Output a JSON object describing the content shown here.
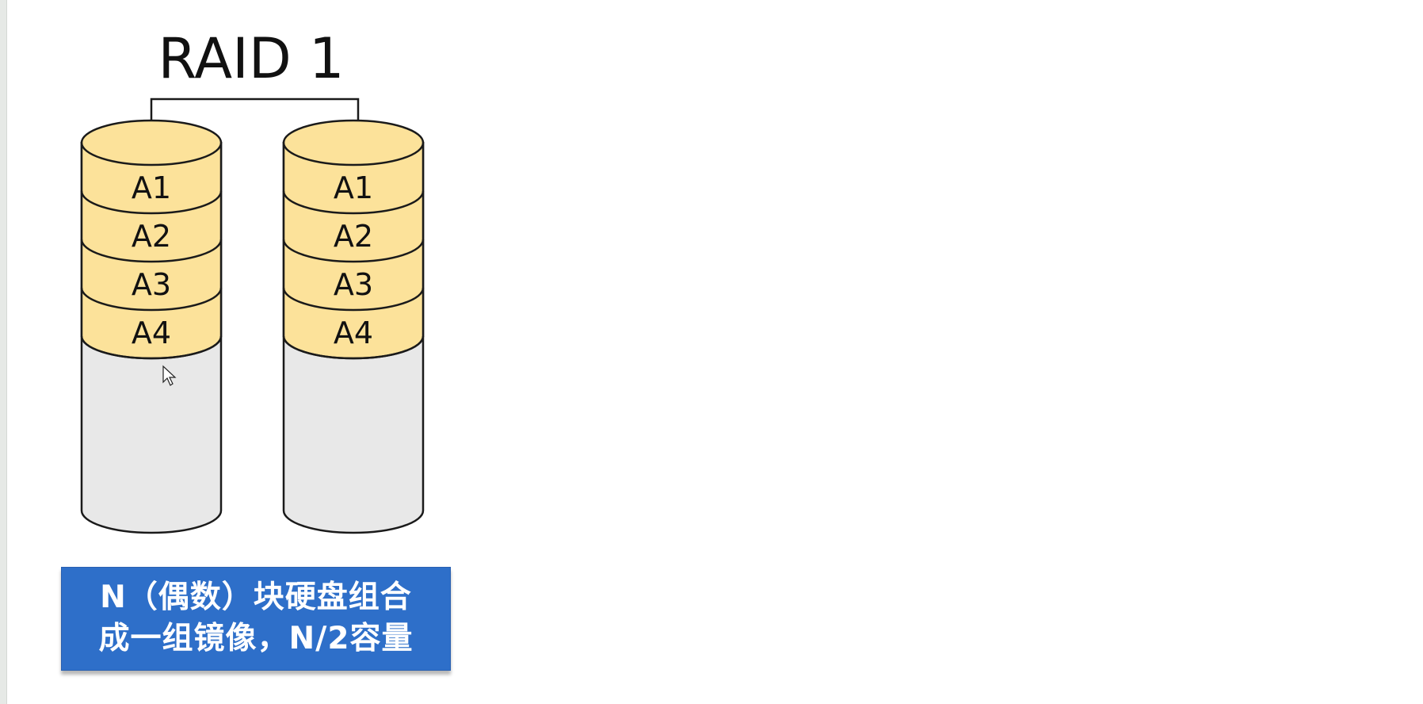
{
  "diagram": {
    "title": "RAID 1",
    "disks": [
      {
        "blocks": [
          "A1",
          "A2",
          "A3",
          "A4"
        ]
      },
      {
        "blocks": [
          "A1",
          "A2",
          "A3",
          "A4"
        ]
      }
    ],
    "colors": {
      "block_fill": "#fce29a",
      "empty_fill": "#e8e8e8",
      "outline": "#1a1a1a",
      "caption_bg": "#2e6fc9",
      "caption_text": "#ffffff"
    }
  },
  "caption": {
    "line1": "N（偶数）块硬盘组合",
    "line2": "成一组镜像，N/2容量"
  }
}
